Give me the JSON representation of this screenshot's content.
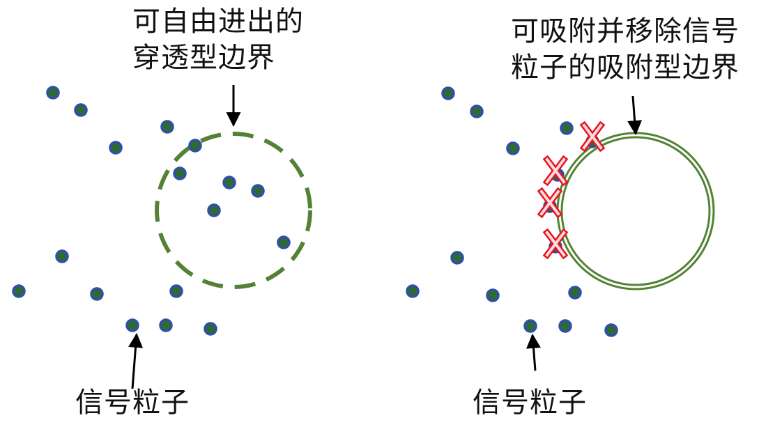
{
  "left_panel": {
    "boundary_label_line1": "可自由进出的",
    "boundary_label_line2": "穿透型边界",
    "particle_label": "信号粒子"
  },
  "right_panel": {
    "boundary_label_line1": "可吸附并移除信号",
    "boundary_label_line2": "粒子的吸附型边界",
    "particle_label": "信号粒子"
  },
  "colors": {
    "particle_fill": "#2e6b2e",
    "particle_stroke": "#2f4fa8",
    "boundary_green": "#548235",
    "removal_mark_red": "#e8141e",
    "arrow": "#000000"
  }
}
